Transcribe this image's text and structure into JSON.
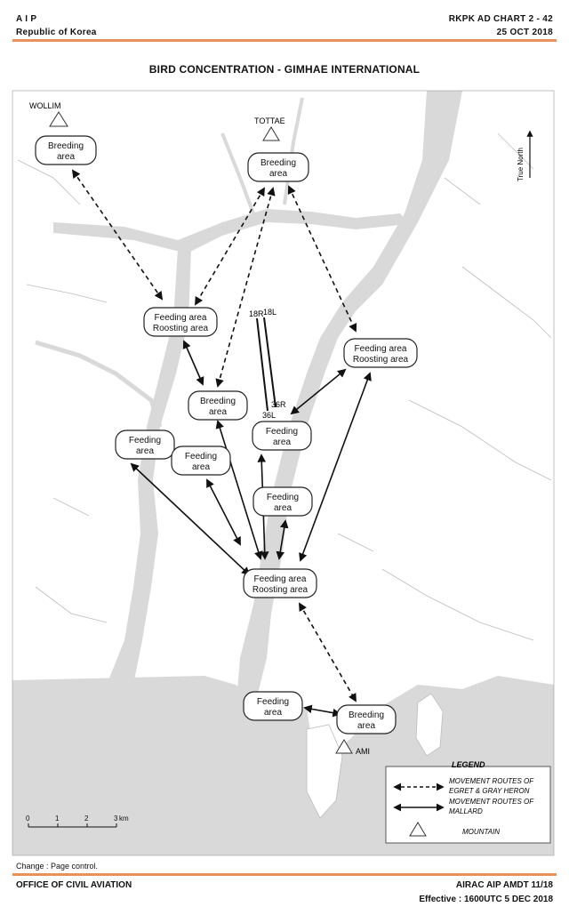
{
  "header": {
    "aip": "A I P",
    "state": "Republic of Korea",
    "chart_ref": "RKPK AD CHART 2 - 42",
    "date": "25 OCT 2018"
  },
  "title": "BIRD CONCENTRATION - GIMHAE INTERNATIONAL",
  "map": {
    "mountains": {
      "wollim": "WOLLIM",
      "tottae": "TOTTAE",
      "ami": "AMI"
    },
    "areas": {
      "breeding_nw": [
        "Breeding",
        "area"
      ],
      "breeding_n": [
        "Breeding",
        "area"
      ],
      "feed_roost_w": [
        "Feeding area",
        "Roosting area"
      ],
      "feed_roost_e": [
        "Feeding area",
        "Roosting area"
      ],
      "breeding_c": [
        "Breeding",
        "area"
      ],
      "feeding_w": [
        "Feeding",
        "area"
      ],
      "feeding_c": [
        "Feeding",
        "area"
      ],
      "feeding_rw": [
        "Feeding",
        "area"
      ],
      "feeding_rw2": [
        "Feeding",
        "area"
      ],
      "feed_roost_s": [
        "Feeding area",
        "Roosting area"
      ],
      "feeding_s": [
        "Feeding",
        "area"
      ],
      "breeding_s": [
        "Breeding",
        "area"
      ]
    },
    "runways": {
      "r18r": "18R",
      "r18l": "18L",
      "r36r": "36R",
      "r36l": "36L"
    },
    "north": "True North",
    "scale": {
      "ticks": [
        "0",
        "1",
        "2",
        "3"
      ],
      "unit": "km"
    },
    "legend": {
      "title": "LEGEND",
      "egret": [
        "MOVEMENT ROUTES OF",
        "EGRET & GRAY HERON"
      ],
      "mallard": [
        "MOVEMENT ROUTES OF",
        "MALLARD"
      ],
      "mountain": "MOUNTAIN"
    }
  },
  "footer": {
    "change": "Change : Page control.",
    "office": "OFFICE OF CIVIL AVIATION",
    "amdt": "AIRAC AIP AMDT 11/18",
    "effective": "Effective : 1600UTC 5 DEC 2018"
  }
}
